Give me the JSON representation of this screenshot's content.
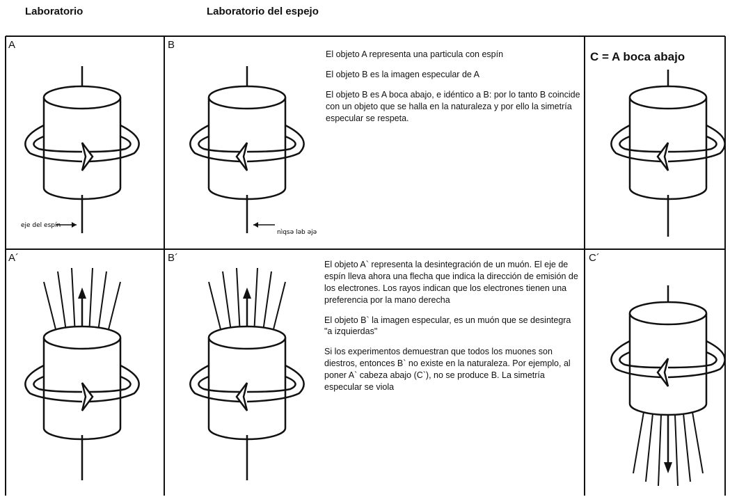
{
  "headers": {
    "lab": "Laboratorio",
    "mirror": "Laboratorio del espejo"
  },
  "cells": {
    "a": {
      "label": "A",
      "axis_label": "eje del espín"
    },
    "b": {
      "label": "B",
      "axis_label": "nìqsə ləb əjə"
    },
    "c": {
      "label": "C = A boca abajo"
    },
    "a2": {
      "label": "A´"
    },
    "b2": {
      "label": "B´"
    },
    "c2": {
      "label": "C´"
    }
  },
  "top_text": [
    "El objeto A representa una particula con espín",
    "El objeto B es la imagen especular de A",
    "El objeto B es A boca abajo, e idéntico a B: por lo tanto B coincide con un objeto que se halla en la naturaleza y por ello la simetría especular se respeta."
  ],
  "bottom_text": [
    "El objeto A` representa la desintegración de un muón. El eje de espín lleva ahora una flecha que indica la dirección de emisión de los electrones. Los rayos indican que los electrones tienen una preferencia por la mano derecha",
    "El objeto B` la imagen especular, es un muón que se desintegra \"a izquierdas\"",
    "Si los experimentos demuestran que todos los muones son diestros, entonces B` no existe en la naturaleza. Por ejemplo, al poner A` cabeza abajo (C`), no se produce B. La simetría especular se viola"
  ],
  "colors": {
    "ink": "#111111",
    "paper": "#ffffff"
  }
}
